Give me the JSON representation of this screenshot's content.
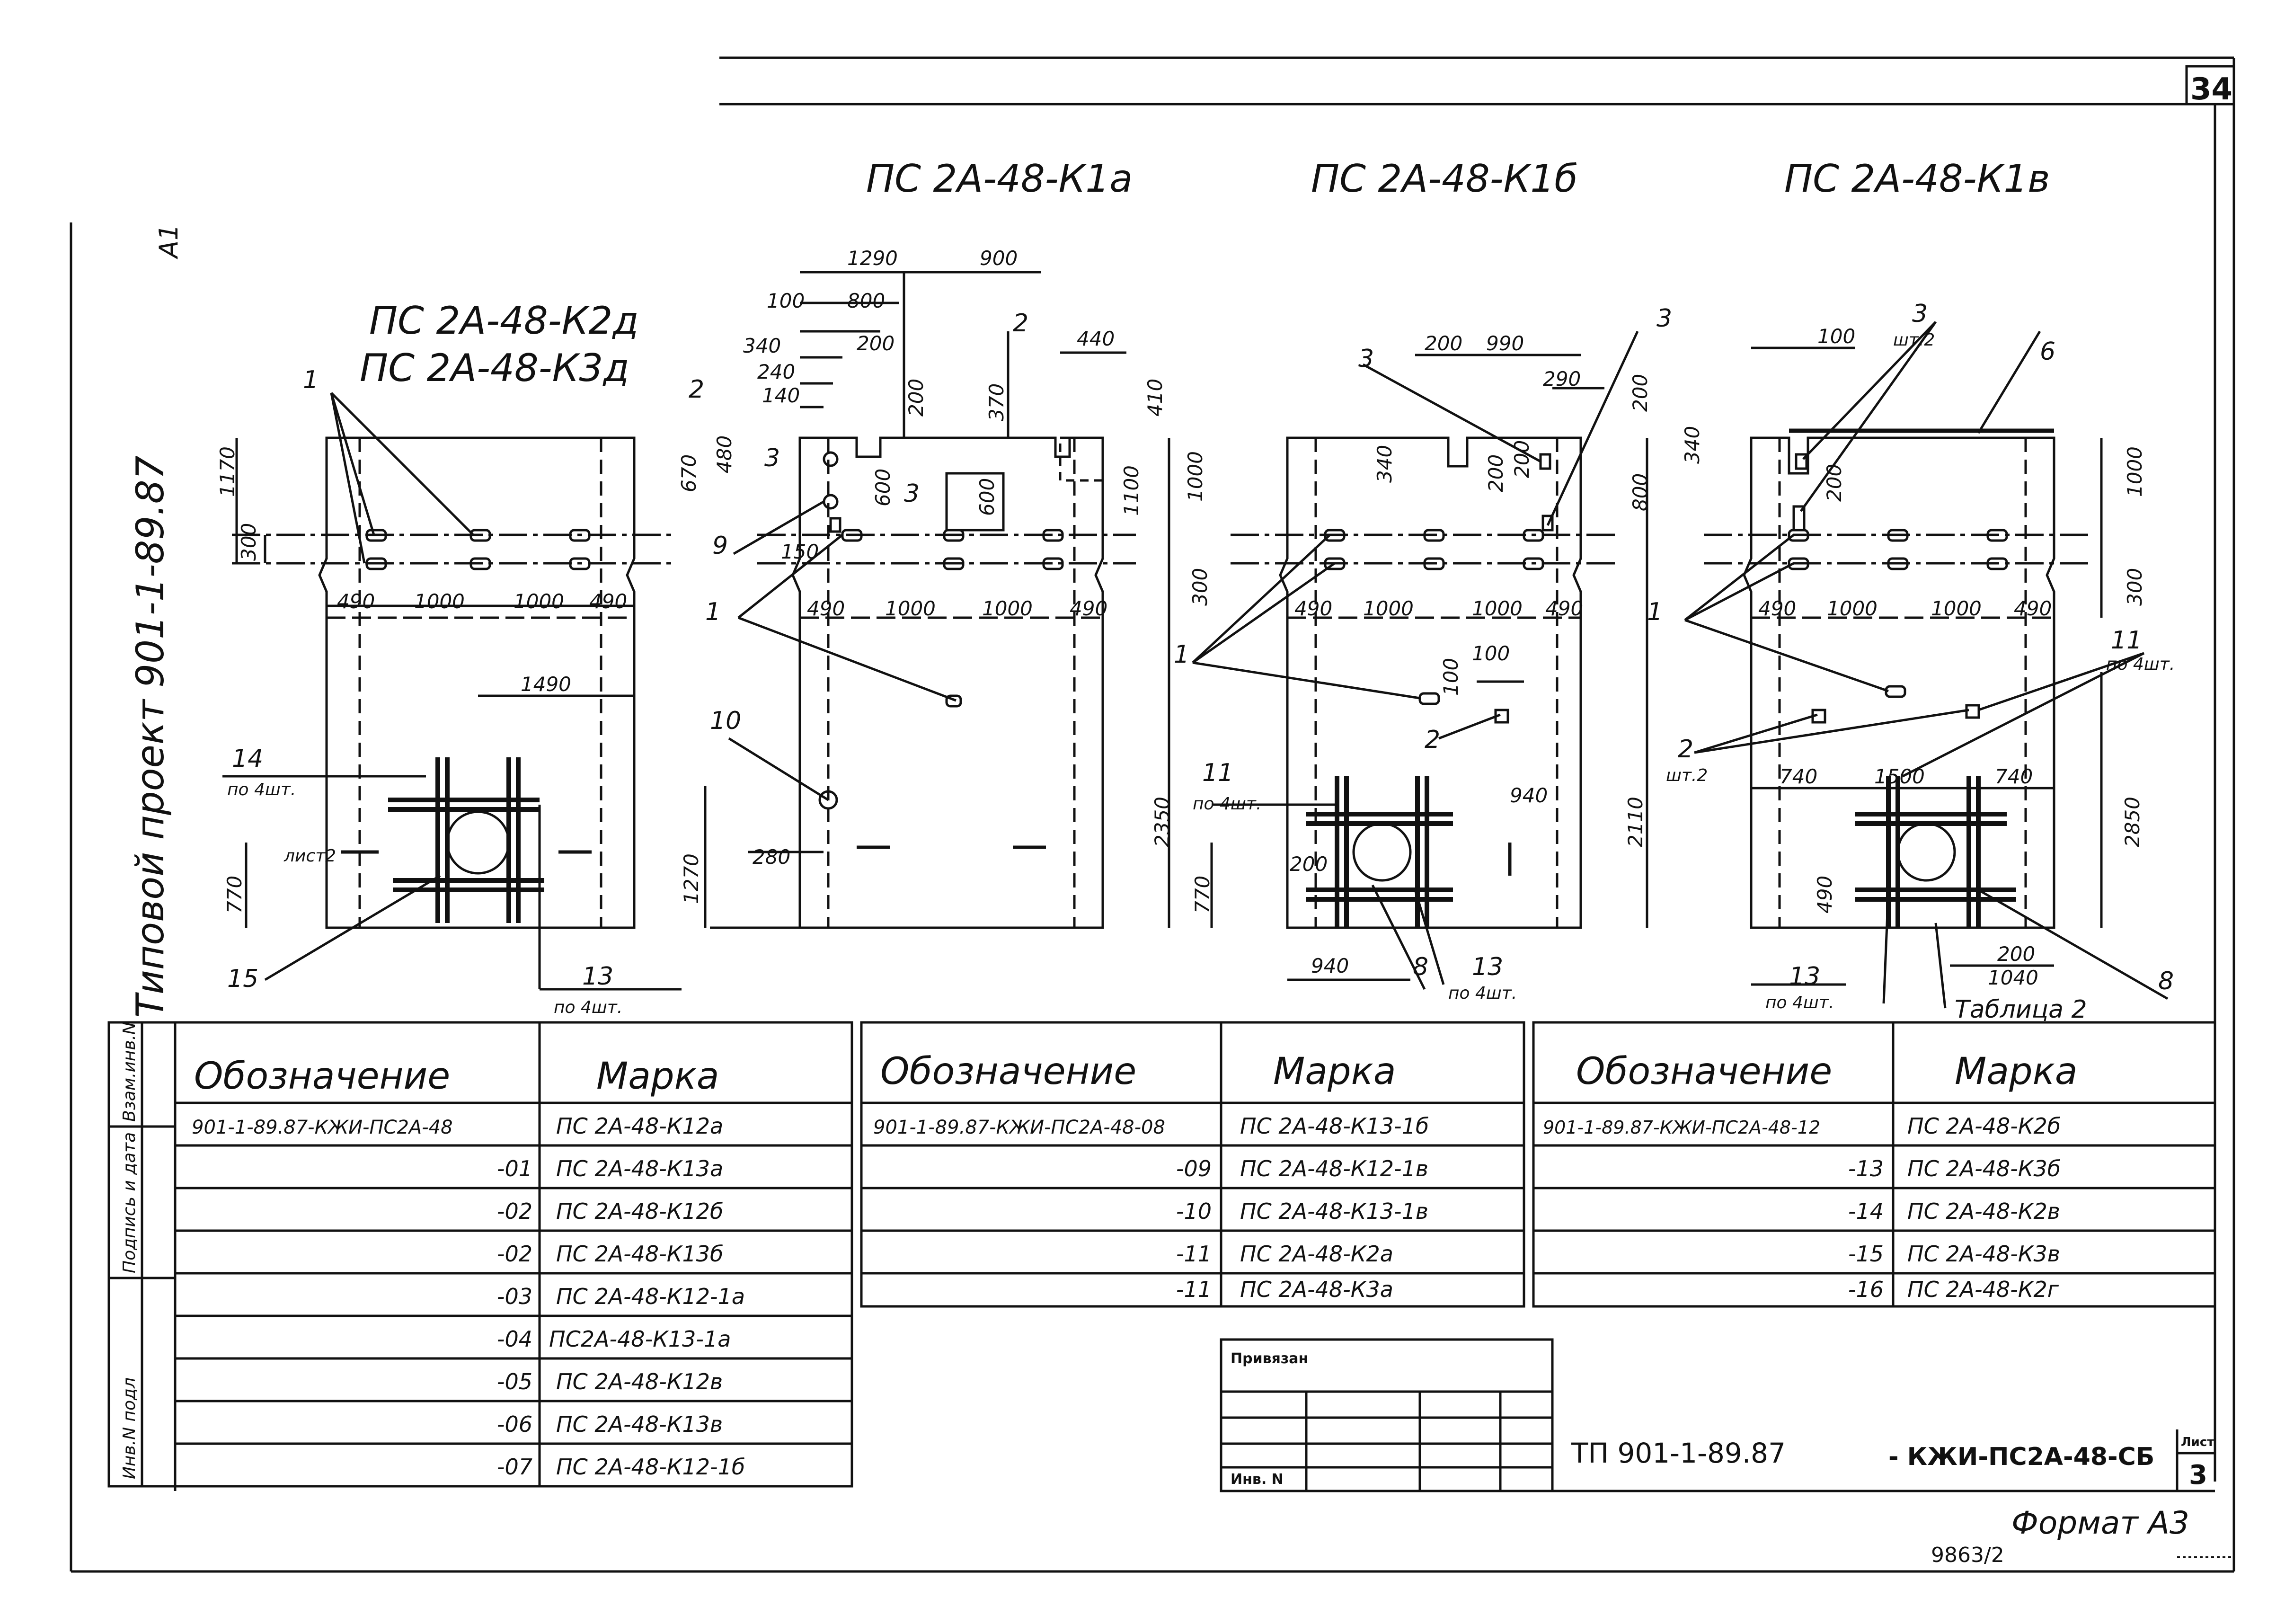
{
  "sheet_number": "34",
  "format_corner": "A1",
  "project_side": "Типовой проект 901-1-89.87",
  "panel_titles": {
    "k2d": "ПС 2А-48-К2д",
    "k3d": "ПС 2А-48-К3д",
    "k1a": "ПС 2А-48-К1а",
    "k1b": "ПС 2А-48-К1б",
    "k1v": "ПС 2А-48-К1в"
  },
  "callouts": {
    "c1": "1",
    "c2": "2",
    "c3": "3",
    "c8": "8",
    "c9": "9",
    "c10": "10",
    "c11": "11",
    "c13": "13",
    "c14": "14",
    "c15": "15",
    "c6": "6",
    "po4sht": "по 4шт.",
    "sht2": "шт.2",
    "list2": "лист2",
    "tablica2": "Таблица 2"
  },
  "dimensions": {
    "d1290": "1290",
    "d900": "900",
    "d100": "100",
    "d800": "800",
    "d340": "340",
    "d240": "240",
    "d140": "140",
    "d200": "200",
    "d370": "370",
    "d440": "440",
    "d410": "410",
    "d1000": "1000",
    "d1100": "1100",
    "d600": "600",
    "d670": "670",
    "d480": "480",
    "d150": "150",
    "d300": "300",
    "d490": "490",
    "d1170": "1170",
    "d1490": "1490",
    "d770": "770",
    "d1270": "1270",
    "d280": "280",
    "d2350": "2350",
    "d990": "990",
    "d290": "290",
    "d940": "940",
    "d2110": "2110",
    "d740": "740",
    "d1500": "1500",
    "d1040": "1040",
    "d2850": "2850"
  },
  "table": {
    "headers": {
      "designation": "Обозначение",
      "mark": "Марка"
    },
    "group1": [
      {
        "designation": "901-1-89.87-КЖИ-ПС2А-48",
        "mark": "ПС 2А-48-К12а"
      },
      {
        "designation": "-01",
        "mark": "ПС 2А-48-К13а"
      },
      {
        "designation": "-02",
        "mark": "ПС 2А-48-К12б"
      },
      {
        "designation": "-02",
        "mark": "ПС 2А-48-К13б"
      },
      {
        "designation": "-03",
        "mark": "ПС 2А-48-К12-1а"
      },
      {
        "designation": "-04",
        "mark": "ПС2А-48-К13-1а"
      },
      {
        "designation": "-05",
        "mark": "ПС 2А-48-К12в"
      },
      {
        "designation": "-06",
        "mark": "ПС 2А-48-К13в"
      },
      {
        "designation": "-07",
        "mark": "ПС 2А-48-К12-1б"
      }
    ],
    "group2": [
      {
        "designation": "901-1-89.87-КЖИ-ПС2А-48-08",
        "mark": "ПС 2А-48-К13-1б"
      },
      {
        "designation": "-09",
        "mark": "ПС 2А-48-К12-1в"
      },
      {
        "designation": "-10",
        "mark": "ПС 2А-48-К13-1в"
      },
      {
        "designation": "-11",
        "mark": "ПС 2А-48-К2а"
      },
      {
        "designation": "-11",
        "mark": "ПС 2А-48-К3а"
      }
    ],
    "group3": [
      {
        "designation": "901-1-89.87-КЖИ-ПС2А-48-12",
        "mark": "ПС 2А-48-К2б"
      },
      {
        "designation": "-13",
        "mark": "ПС 2А-48-К3б"
      },
      {
        "designation": "-14",
        "mark": "ПС 2А-48-К2в"
      },
      {
        "designation": "-15",
        "mark": "ПС 2А-48-К3в"
      },
      {
        "designation": "-16",
        "mark": "ПС 2А-48-К2г"
      }
    ]
  },
  "side_stamp": {
    "inv_podl": "Инв.N подл",
    "podpis": "Подпись и дата",
    "vzam": "Взам.инв.N"
  },
  "title_block": {
    "privyazan": "Привязан",
    "inv_no": "Инв. N",
    "doc_code": "ТП 901-1-89.87",
    "doc_suffix": "- КЖИ-ПС2А-48-СБ",
    "list_label": "Лист",
    "list_number": "3"
  },
  "footer": {
    "format": "Формат А3",
    "order": "9863/2"
  }
}
